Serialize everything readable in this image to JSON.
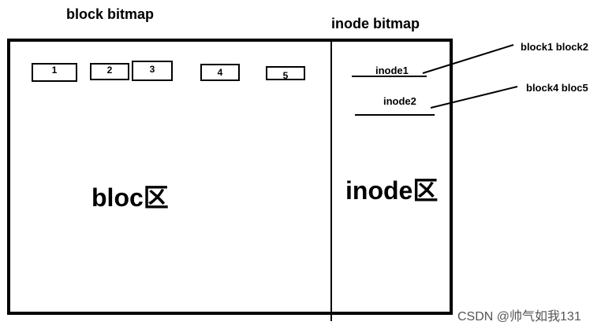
{
  "headers": {
    "block_bitmap": "block bitmap",
    "inode_bitmap": "inode bitmap"
  },
  "blocks": [
    "1",
    "2",
    "3",
    "4",
    "5"
  ],
  "inodes": [
    {
      "label": "inode1",
      "blocks_label": "block1 block2"
    },
    {
      "label": "inode2",
      "blocks_label": "block4 bloc5"
    }
  ],
  "regions": {
    "block_area": "bloc区",
    "inode_area": "inode区"
  },
  "watermark": "CSDN @帅气如我131"
}
